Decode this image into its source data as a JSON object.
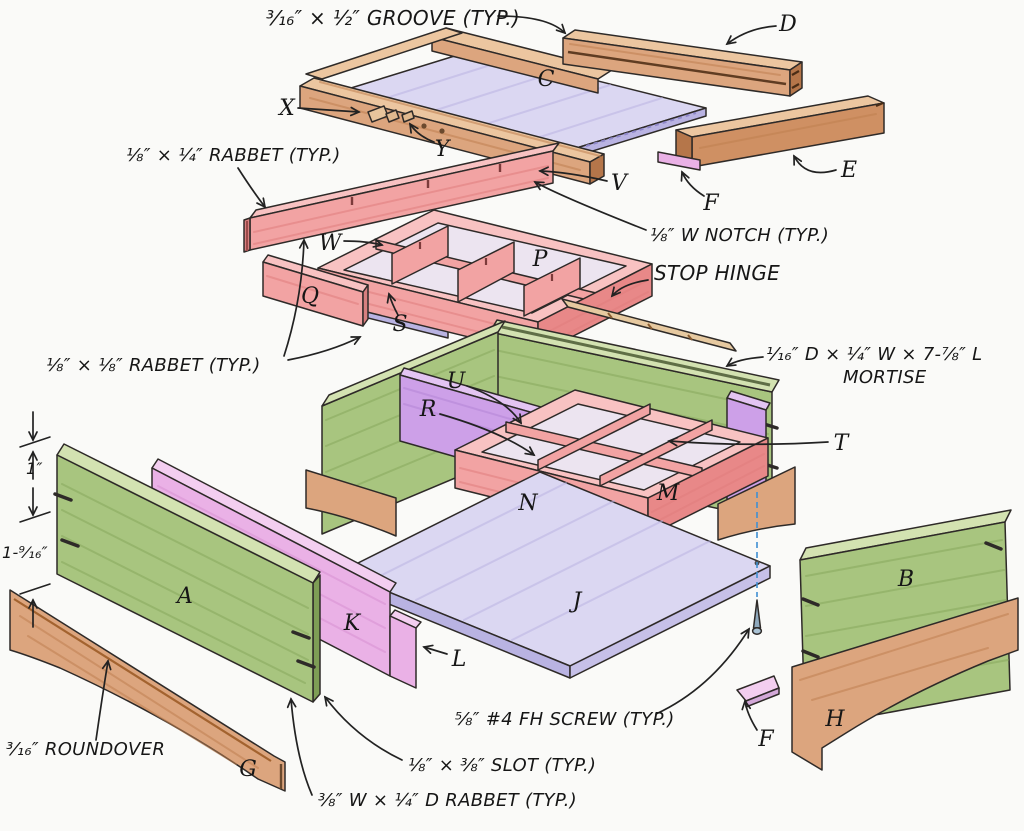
{
  "parts": {
    "a": "A",
    "b": "B",
    "c": "C",
    "d": "D",
    "e": "E",
    "f": "F",
    "f2": "F",
    "g": "G",
    "h": "H",
    "j": "J",
    "k": "K",
    "l": "L",
    "m": "M",
    "n": "N",
    "p": "P",
    "q": "Q",
    "r": "R",
    "s": "S",
    "t": "T",
    "u": "U",
    "v": "V",
    "w": "W",
    "x": "X",
    "y": "Y"
  },
  "callouts": {
    "groove": "³⁄₁₆″ × ½″ GROOVE (TYP.)",
    "rabbet_small": "⅛″ × ¼″ RABBET (TYP.)",
    "notch": "⅛″ W NOTCH (TYP.)",
    "rabbet_tiny": "⅛″ × ⅛″ RABBET (TYP.)",
    "stop_hinge": "STOP HINGE",
    "mortise_dims": "¹⁄₁₆″ D × ¼″ W × 7-⅞″ L",
    "mortise_word": "MORTISE",
    "roundover": "³⁄₁₆″ ROUNDOVER",
    "screw": "⅝″ #4 FH SCREW (TYP.)",
    "slot": "⅛″ × ⅜″ SLOT (TYP.)",
    "rabbet_bottom": "⅜″ W × ¼″ D RABBET (TYP.)"
  },
  "dimensions": {
    "one": "1″",
    "nine_sixteenths": "1-⁹⁄₁₆″"
  },
  "colors": {
    "wood": "#dca57e",
    "wood_light": "#ecc6a0",
    "wood_dark": "#b5764a",
    "green": "#a8c57f",
    "green_light": "#d3e2b1",
    "green_dark": "#7e9e55",
    "pink": "#f2a3a3",
    "pink_light": "#f8c2c2",
    "pink_dark": "#e88888",
    "violet": "#eab1e6",
    "lining": "#cda0e8",
    "lavender": "#dbd7f2",
    "lavender_dark": "#b9b3e2",
    "ink": "#2e2a28",
    "screw_blue": "#4a90c4"
  }
}
